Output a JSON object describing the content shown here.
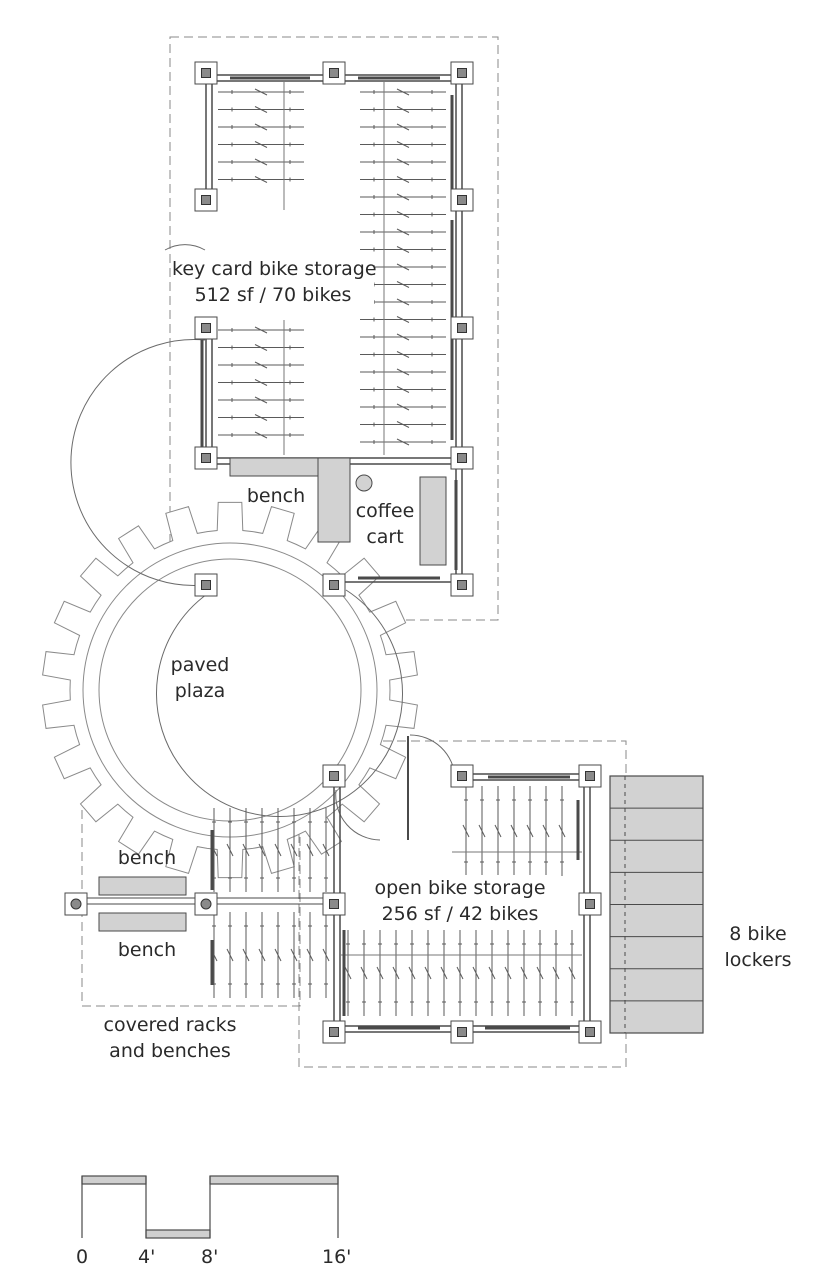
{
  "labels": {
    "key_card_storage": {
      "line1": "key card bike storage",
      "line2": "512 sf / 70 bikes"
    },
    "bench_top": "bench",
    "coffee_cart": {
      "line1": "coffee",
      "line2": "cart"
    },
    "paved_plaza": {
      "line1": "paved",
      "line2": "plaza"
    },
    "open_storage": {
      "line1": "open bike storage",
      "line2": "256 sf / 42 bikes"
    },
    "bench_upper": "bench",
    "bench_lower": "bench",
    "covered_racks": {
      "line1": "covered racks",
      "line2": "and benches"
    },
    "lockers": {
      "line1": "8 bike",
      "line2": "lockers"
    }
  },
  "scale_bar": {
    "ticks": [
      "0",
      "4'",
      "8'",
      "16'"
    ]
  },
  "colors": {
    "line": "#4a4a4a",
    "fill_gray": "#d2d2d2",
    "dashed": "#8a8a8a",
    "text": "#2a2a2a"
  }
}
